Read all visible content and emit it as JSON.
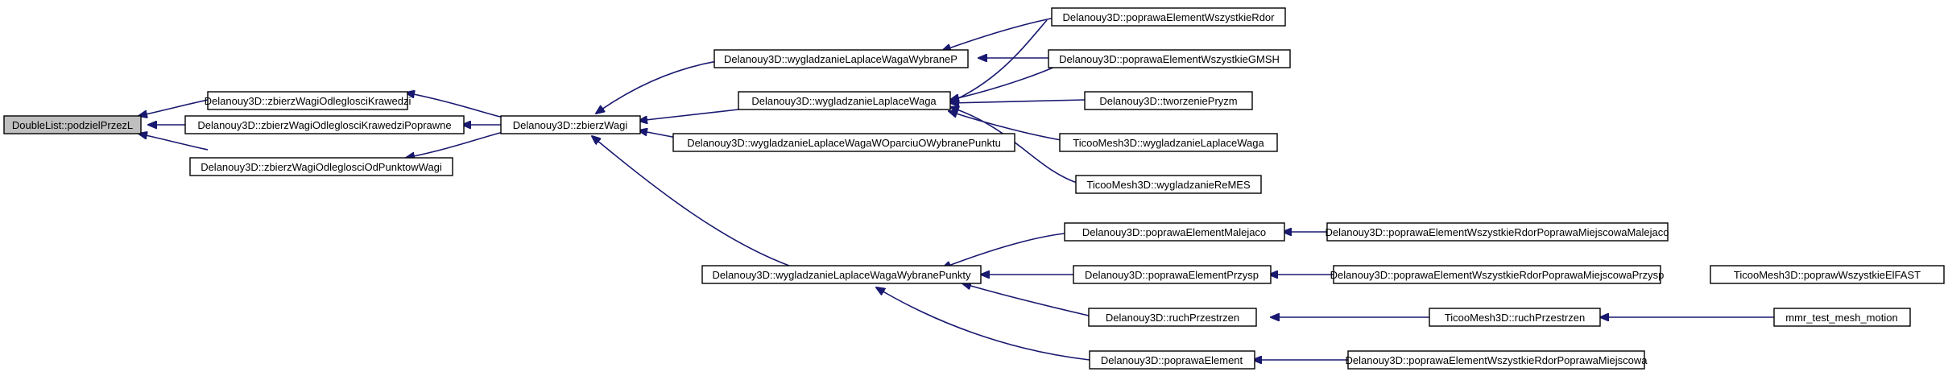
{
  "colors": {
    "edge": "#191970",
    "root_fill": "#bfbfbf",
    "node_fill": "#ffffff",
    "border": "#000000"
  },
  "nodes": {
    "root": "DoubleList::podzielPrzezL",
    "zk": "Delanouy3D::zbierzWagiOdleglosciKrawedzi",
    "zkp": "Delanouy3D::zbierzWagiOdleglosciKrawedziPoprawne",
    "zo": "Delanouy3D::zbierzWagiOdleglosciOdPunktowWagi",
    "zw": "Delanouy3D::zbierzWagi",
    "lwp": "Delanouy3D::wygladzanieLaplaceWagaWybraneP",
    "lw": "Delanouy3D::wygladzanieLaplaceWaga",
    "lwo": "Delanouy3D::wygladzanieLaplaceWagaWOparciuOWybranePunktu",
    "lwpk": "Delanouy3D::wygladzanieLaplaceWagaWybranePunkty",
    "perd": "Delanouy3D::poprawaElementWszystkieRdor",
    "pegm": "Delanouy3D::poprawaElementWszystkieGMSH",
    "tp": "Delanouy3D::tworzeniePryzm",
    "tlw": "TicooMesh3D::wygladzanieLaplaceWaga",
    "trm": "TicooMesh3D::wygladzanieReMES",
    "pem": "Delanouy3D::poprawaElementMalejaco",
    "pep": "Delanouy3D::poprawaElementPrzysp",
    "rp": "Delanouy3D::ruchPrzestrzen",
    "pe": "Delanouy3D::poprawaElement",
    "pmm": "Delanouy3D::poprawaElementWszystkieRdorPoprawaMiejscowaMalejaco",
    "pmp": "Delanouy3D::poprawaElementWszystkieRdorPoprawaMiejscowaPrzysp",
    "trp": "TicooMesh3D::ruchPrzestrzen",
    "pm": "Delanouy3D::poprawaElementWszystkieRdorPoprawaMiejscowa",
    "tpef": "TicooMesh3D::poprawWszystkieElFAST",
    "mmm": "mmr_test_mesh_motion"
  }
}
